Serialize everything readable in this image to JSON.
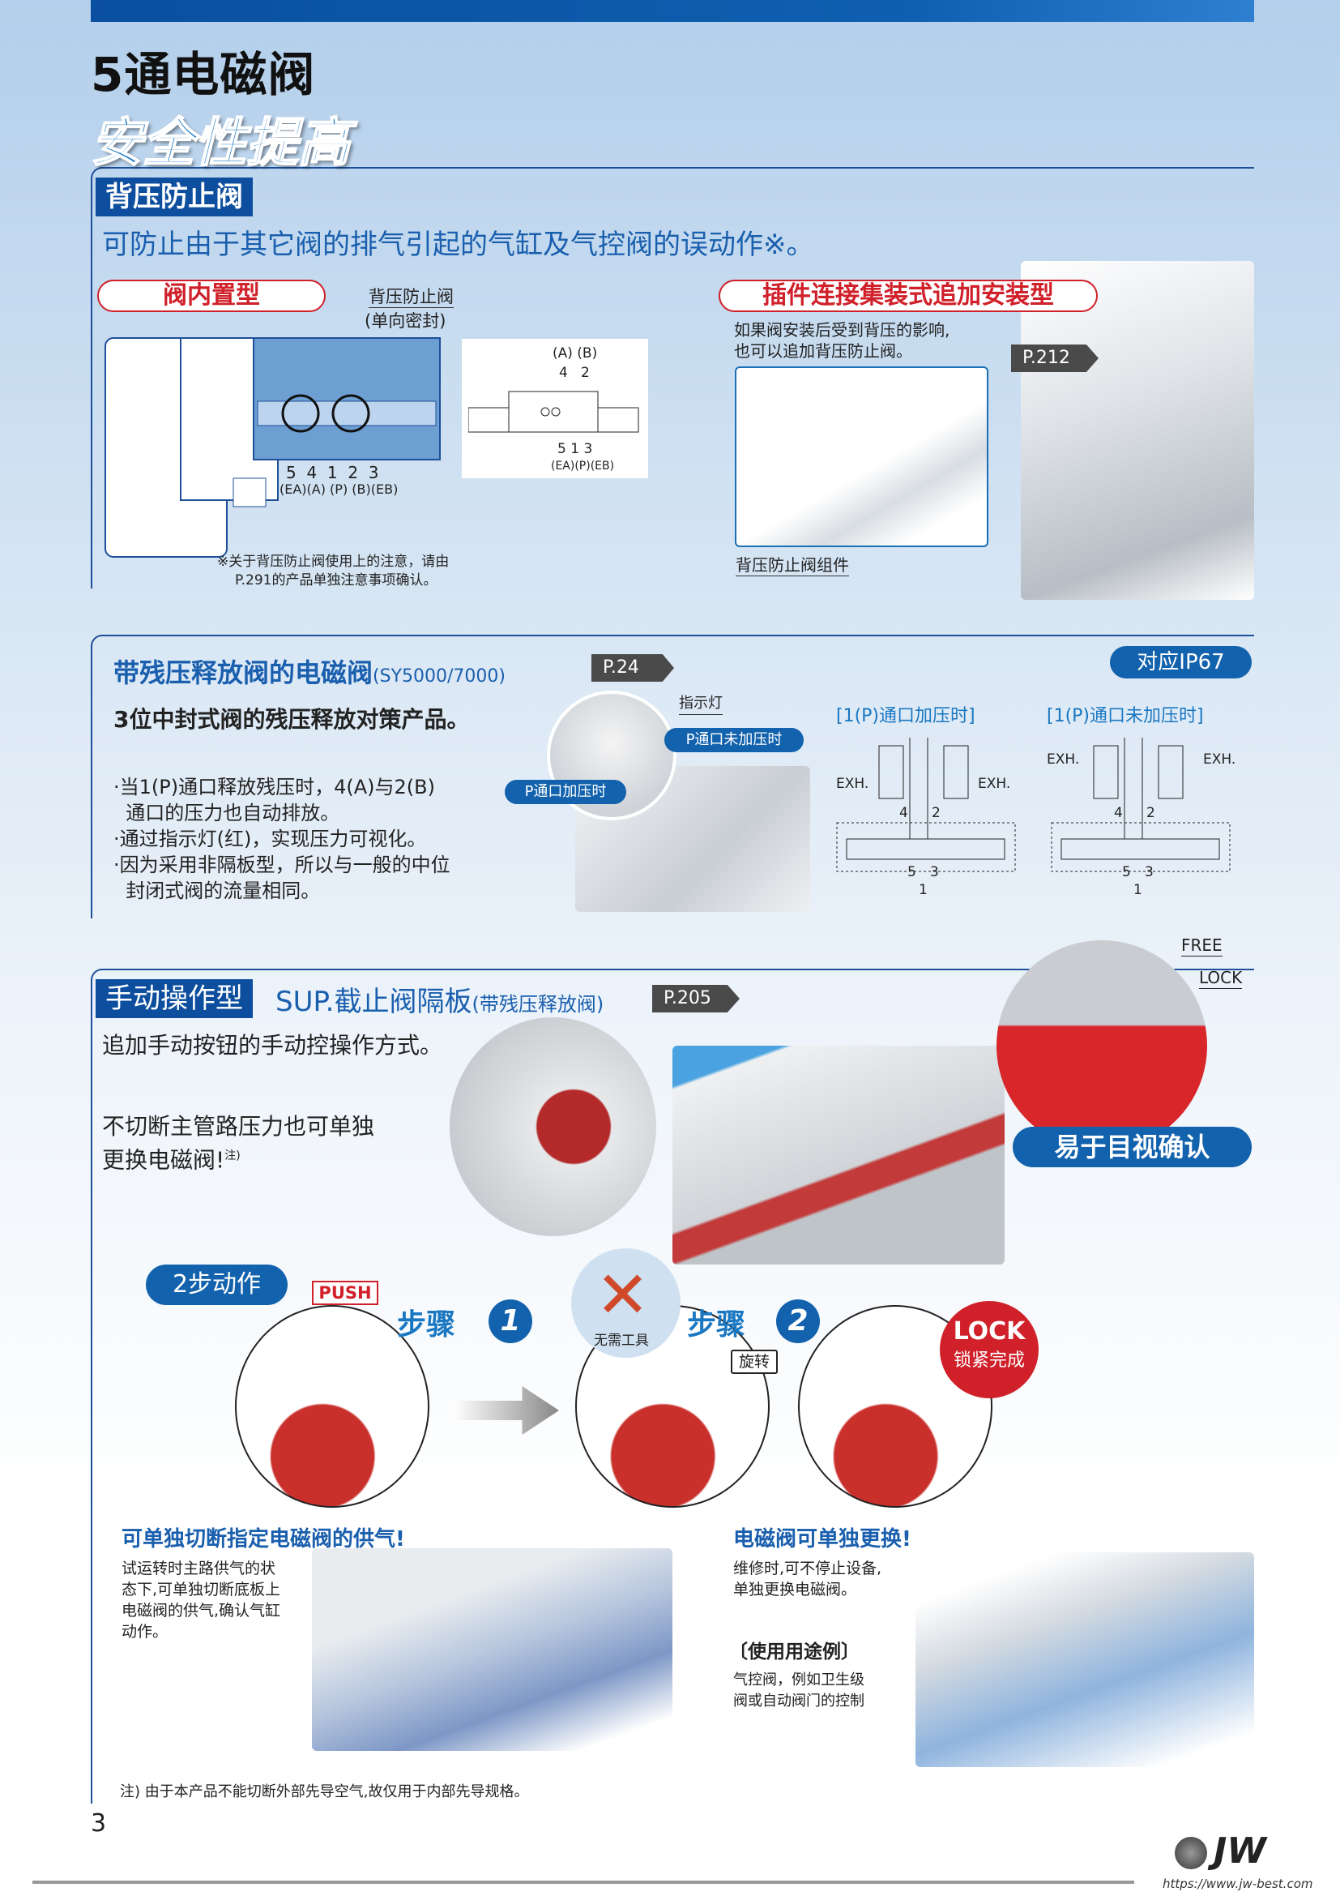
{
  "header": {
    "title": "5通电磁阀",
    "subtitle": "安全性提高"
  },
  "section1": {
    "label": "背压防止阀",
    "description": "可防止由于其它阀的排气引起的气缸及气控阀的误动作※。",
    "builtin": {
      "pill": "阀内置型",
      "callout_line1": "背压防止阀",
      "callout_line2": "(单向密封)",
      "ports_numbers": "5  4  1  2  3",
      "ports_names": "(EA)(A) (P) (B)(EB)",
      "symbol": {
        "top_names": "(A) (B)",
        "top_numbers": "4   2",
        "bottom_numbers": "5 1 3",
        "bottom_names": "(EA)(P)(EB)"
      },
      "note_line1": "※关于背压防止阀使用上的注意，请由",
      "note_line2": "P.291的产品单独注意事项确认。"
    },
    "addon": {
      "pill": "插件连接集装式追加安装型",
      "text_line1": "如果阀安装后受到背压的影响,",
      "text_line2": "也可以追加背压防止阀。",
      "page_ref": "P.212",
      "part_label": "背压防止阀组件"
    }
  },
  "section2": {
    "title": "带残压释放阀的电磁阀",
    "title_model": "(SY5000/7000)",
    "page_ref": "P.24",
    "badge": "对应IP67",
    "lead": "3位中封式阀的残压释放对策产品。",
    "bullets": [
      "·当1(P)通口释放残压时，4(A)与2(B)",
      "  通口的压力也自动排放。",
      "·通过指示灯(红)，实现压力可视化。",
      "·因为采用非隔板型，所以与一般的中位",
      "  封闭式阀的流量相同。"
    ],
    "photo_labels": {
      "indicator": "指示灯",
      "unpressurized": "P通口未加压时",
      "pressurized": "P通口加压时"
    },
    "diagrams": [
      {
        "title": "[1(P)通口加压时]",
        "exh": "EXH.",
        "ports": [
          "4",
          "2",
          "5",
          "3",
          "1"
        ]
      },
      {
        "title": "[1(P)通口未加压时]",
        "exh": "EXH.",
        "ports": [
          "4",
          "2",
          "5",
          "3",
          "1"
        ]
      }
    ]
  },
  "section3": {
    "label": "手动操作型",
    "title": "SUP.截止阀隔板",
    "title_paren": "(带残压释放阀)",
    "page_ref": "P.205",
    "lead": "追加手动按钮的手动控操作方式。",
    "text_line1": "不切断主管路压力也可单独",
    "text_line2": "更换电磁阀!",
    "text_note": "注)",
    "zoom_labels": {
      "free": "FREE",
      "lock": "LOCK"
    },
    "visual_badge": "易于目视确认",
    "steps": {
      "badge": "2步动作",
      "push": "PUSH",
      "step_word": "步骤",
      "step1": "1",
      "step2": "2",
      "no_tool": "无需工具",
      "rotate": "旋转",
      "lock_title": "LOCK",
      "lock_sub": "锁紧完成"
    },
    "left": {
      "heading": "可单独切断指定电磁阀的供气!",
      "text": [
        "试运转时主路供气的状",
        "态下,可单独切断底板上",
        "电磁阀的供气,确认气缸",
        "动作。"
      ]
    },
    "right": {
      "heading": "电磁阀可单独更换!",
      "text": [
        "维修时,可不停止设备,",
        "单独更换电磁阀。"
      ],
      "usage_title": "〔使用用途例〕",
      "usage_text": [
        "气控阀，例如卫生级",
        "阀或自动阀门的控制"
      ]
    }
  },
  "footer": {
    "note": "注) 由于本产品不能切断外部先导空气,故仅用于内部先导规格。",
    "page_number": "3",
    "logo": "JW",
    "url": "https://www.jw-best.com"
  },
  "colors": {
    "brand_blue": "#0d4f9e",
    "accent_red": "#d0202a",
    "light_blue": "#1a78c2"
  }
}
